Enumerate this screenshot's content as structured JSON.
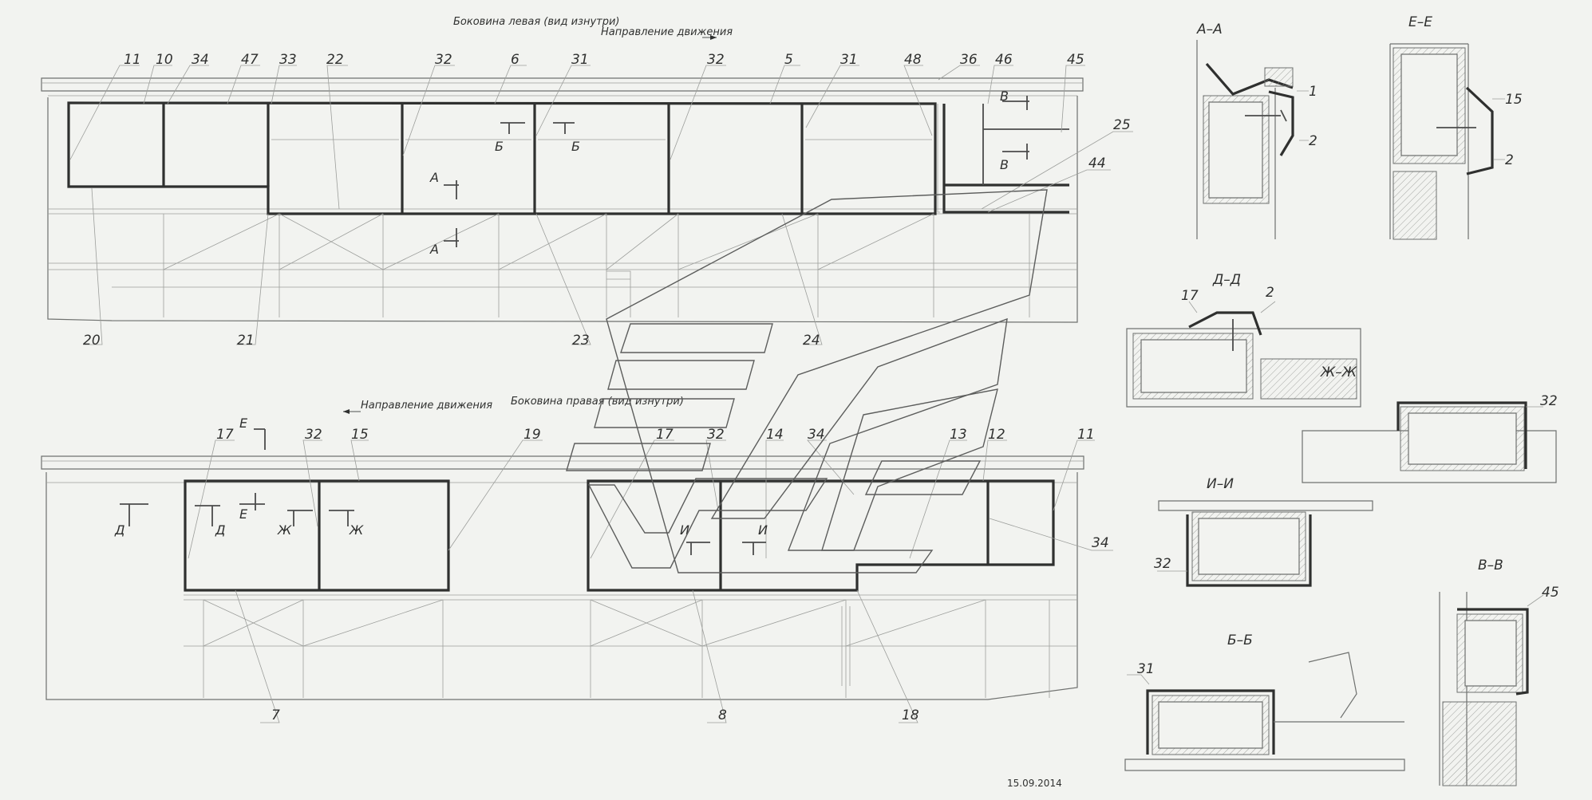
{
  "titles": {
    "left_view": "Боковина левая (вид изнутри)",
    "right_view": "Боковина правая (вид изнутри)",
    "direction_top": "Направление движения",
    "direction_bottom": "Направление движения"
  },
  "date": "15.09.2014",
  "callouts_top": [
    "11",
    "10",
    "34",
    "47",
    "33",
    "22",
    "32",
    "6",
    "31",
    "32",
    "5",
    "31",
    "48",
    "36",
    "46",
    "45",
    "25",
    "44",
    "20",
    "21",
    "23",
    "24"
  ],
  "callouts_bottom": [
    "17",
    "32",
    "15",
    "19",
    "17",
    "32",
    "14",
    "34",
    "13",
    "12",
    "11",
    "34",
    "7",
    "8",
    "18"
  ],
  "cut_marks_top": [
    "В",
    "В",
    "Б",
    "Б",
    "А",
    "А"
  ],
  "cut_marks_bottom": [
    "Е",
    "Е",
    "Д",
    "Д",
    "Ж",
    "Ж",
    "И",
    "И"
  ],
  "sections": [
    {
      "key": "aa",
      "title": "А–А",
      "callouts": [
        "1",
        "2"
      ]
    },
    {
      "key": "ee",
      "title": "Е–Е",
      "callouts": [
        "15",
        "2"
      ]
    },
    {
      "key": "dd",
      "title": "Д–Д",
      "callouts": [
        "17",
        "2"
      ]
    },
    {
      "key": "zhzh",
      "title": "Ж–Ж",
      "callouts": [
        "32"
      ]
    },
    {
      "key": "ii",
      "title": "И–И",
      "callouts": [
        "32"
      ]
    },
    {
      "key": "bb",
      "title": "Б–Б",
      "callouts": [
        "31"
      ]
    },
    {
      "key": "vv",
      "title": "В–В",
      "callouts": [
        "45"
      ]
    }
  ]
}
